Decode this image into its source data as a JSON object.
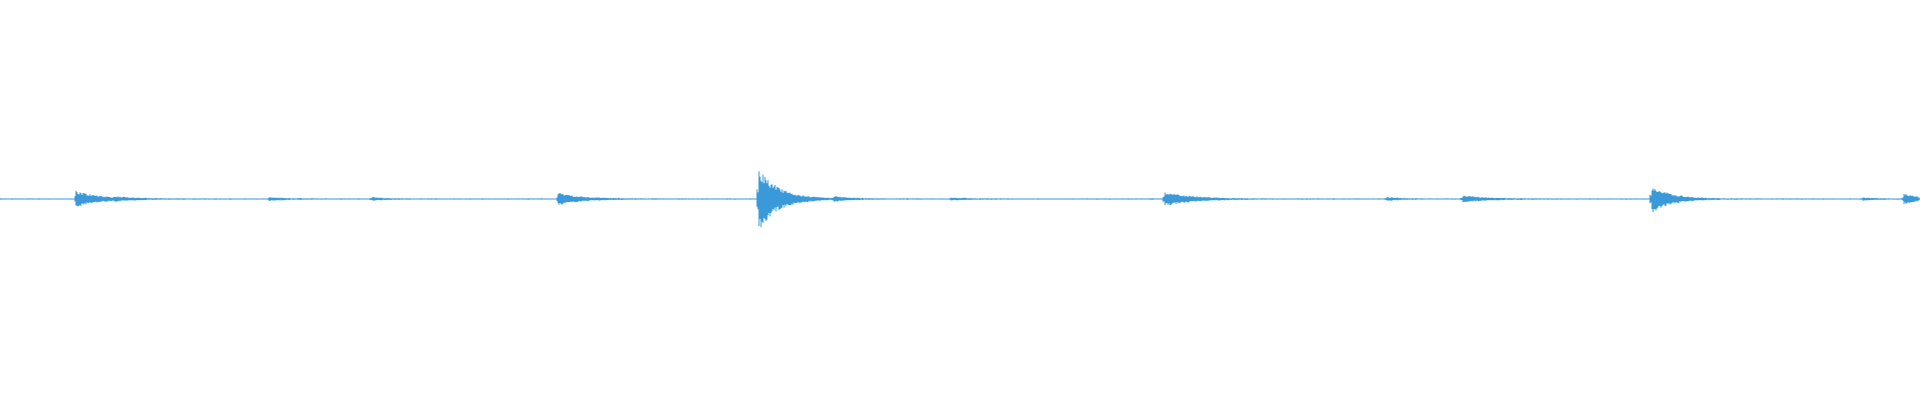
{
  "waveform": {
    "color": "#3a9ad9",
    "background": "#ffffff",
    "duration_fraction_markers": [],
    "bursts": [
      {
        "t": 0.0395,
        "amp": 0.04,
        "decay": 0.012
      },
      {
        "t": 0.06,
        "amp": 0.006,
        "decay": 0.01
      },
      {
        "t": 0.14,
        "amp": 0.008,
        "decay": 0.01
      },
      {
        "t": 0.1935,
        "amp": 0.008,
        "decay": 0.008
      },
      {
        "t": 0.2905,
        "amp": 0.03,
        "decay": 0.012
      },
      {
        "t": 0.395,
        "amp": 0.16,
        "decay": 0.01
      },
      {
        "t": 0.434,
        "amp": 0.01,
        "decay": 0.008
      },
      {
        "t": 0.495,
        "amp": 0.006,
        "decay": 0.01
      },
      {
        "t": 0.6065,
        "amp": 0.035,
        "decay": 0.014
      },
      {
        "t": 0.722,
        "amp": 0.008,
        "decay": 0.008
      },
      {
        "t": 0.7615,
        "amp": 0.018,
        "decay": 0.012
      },
      {
        "t": 0.86,
        "amp": 0.07,
        "decay": 0.01
      },
      {
        "t": 0.97,
        "amp": 0.006,
        "decay": 0.008
      },
      {
        "t": 0.9915,
        "amp": 0.025,
        "decay": 0.008
      }
    ],
    "noise_level": 0.0025
  }
}
